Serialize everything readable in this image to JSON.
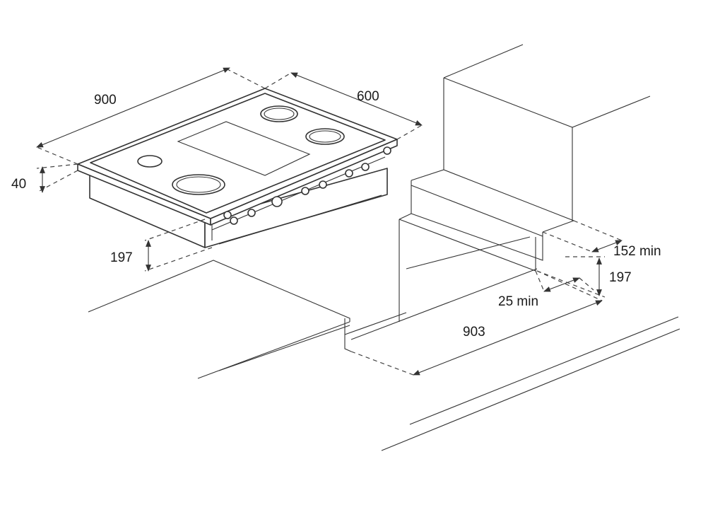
{
  "dimensions": {
    "hob_width": "900",
    "hob_depth": "600",
    "hob_height": "40",
    "below_hob_clearance": "197",
    "side_clearance": "152 min",
    "cabinet_clearance": "197",
    "rear_clearance": "25 min",
    "cutout_width": "903"
  }
}
